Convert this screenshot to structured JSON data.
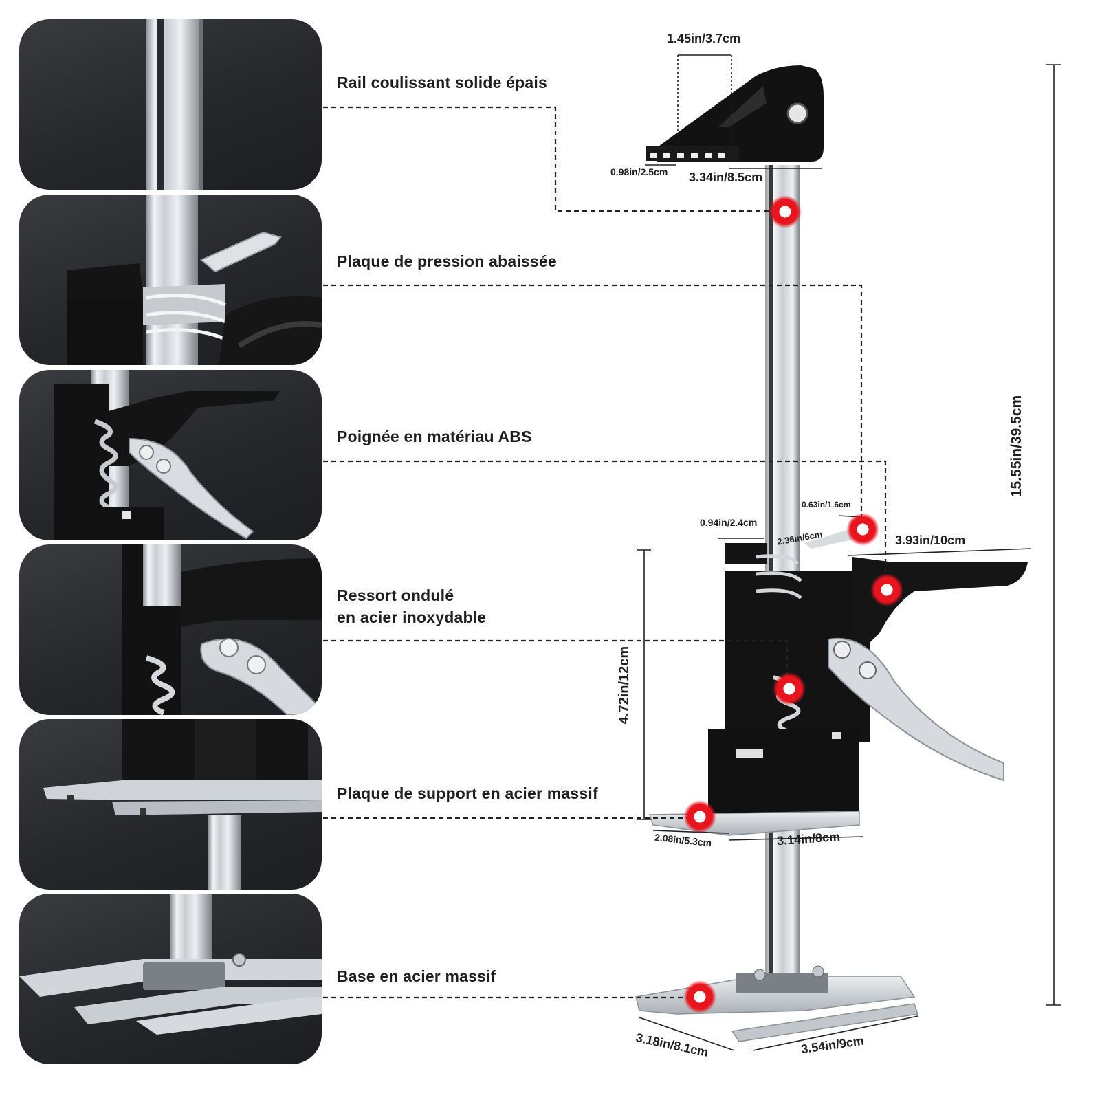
{
  "features": [
    {
      "id": "rail",
      "label": "Rail coulissant solide épais"
    },
    {
      "id": "pressure-plate",
      "label": "Plaque de pression abaissée"
    },
    {
      "id": "handle",
      "label": "Poignée en matériau ABS"
    },
    {
      "id": "spring",
      "label": "Ressort ondulé",
      "label2": "en acier inoxydable"
    },
    {
      "id": "support-plate",
      "label": "Plaque de support en acier massif"
    },
    {
      "id": "base",
      "label": "Base en acier massif"
    }
  ],
  "dimensions": {
    "top_width": "1.45in/3.7cm",
    "top_lip": "0.98in/2.5cm",
    "top_length": "3.34in/8.5cm",
    "total_height": "15.55in/39.5cm",
    "clamp_width": "0.94in/2.4cm",
    "tab_small": "0.63in/1.6cm",
    "tab_length": "2.36in/6cm",
    "handle_length": "3.93in/10cm",
    "body_height": "4.72in/12cm",
    "support_lip": "2.08in/5.3cm",
    "support_length": "3.14in/8cm",
    "base_depth": "3.18in/8.1cm",
    "base_width": "3.54in/9cm"
  },
  "colors": {
    "marker": "#e8141e",
    "tool_body": "#151515",
    "steel": "#cfd2d6",
    "thumb_bg": "#2a2b2e"
  }
}
